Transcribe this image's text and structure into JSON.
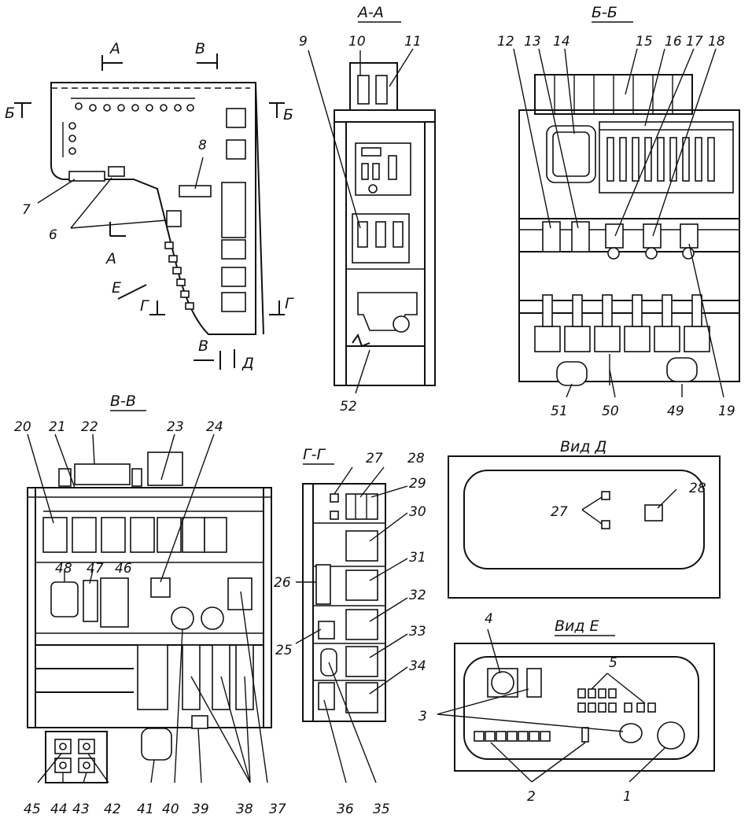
{
  "sections": {
    "section_a": "А-А",
    "section_b": "Б-Б",
    "section_v": "В-В",
    "section_g": "Г-Г",
    "view_d": "Вид Д",
    "view_e": "Вид Е"
  },
  "cut_marks": {
    "a_top": "А",
    "a_bottom": "А",
    "v_top": "В",
    "v_bottom": "В",
    "b_left": "Б",
    "b_right": "Б",
    "g_left": "Г",
    "g_right": "Г",
    "e": "Е",
    "d": "Д"
  },
  "callouts": {
    "c1": "1",
    "c2": "2",
    "c3": "3",
    "c4": "4",
    "c5": "5",
    "c6": "6",
    "c7": "7",
    "c8": "8",
    "c9": "9",
    "c10": "10",
    "c11": "11",
    "c12": "12",
    "c13": "13",
    "c14": "14",
    "c15": "15",
    "c16": "16",
    "c17": "17",
    "c18": "18",
    "c19": "19",
    "c20": "20",
    "c21": "21",
    "c22": "22",
    "c23": "23",
    "c24": "24",
    "c25": "25",
    "c26": "26",
    "c27": "27",
    "c28": "28",
    "c29": "29",
    "c30": "30",
    "c31": "31",
    "c32": "32",
    "c33": "33",
    "c34": "34",
    "c35": "35",
    "c36": "36",
    "c37": "37",
    "c38": "38",
    "c39": "39",
    "c40": "40",
    "c41": "41",
    "c42": "42",
    "c43": "43",
    "c44": "44",
    "c45": "45",
    "c46": "46",
    "c47": "47",
    "c48": "48",
    "c49": "49",
    "c50": "50",
    "c51": "51",
    "c52": "52"
  }
}
